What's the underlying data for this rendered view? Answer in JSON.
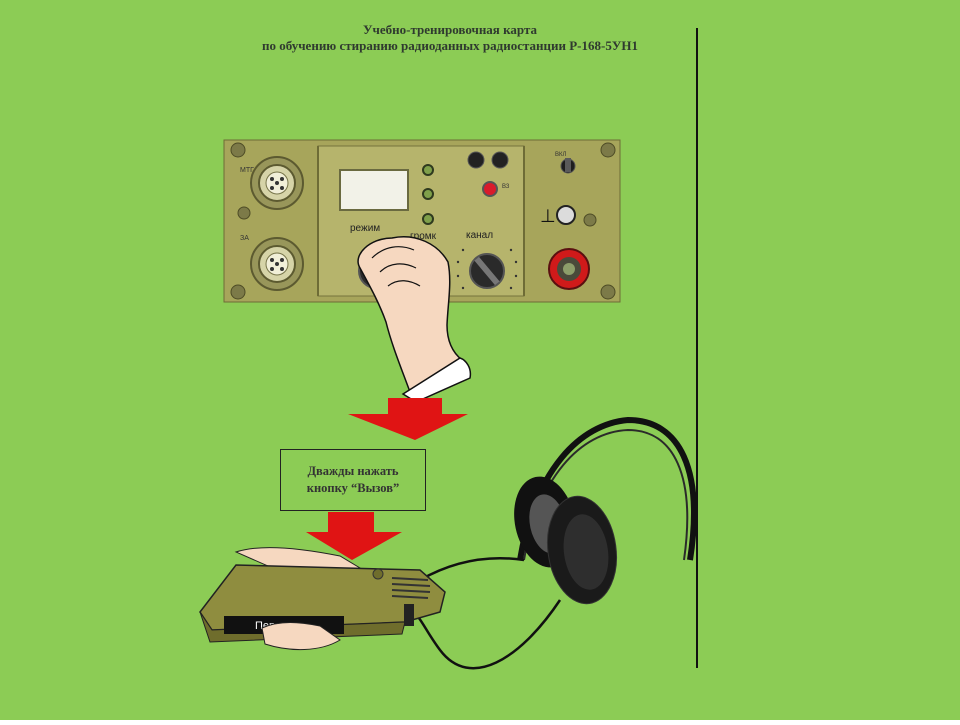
{
  "title": {
    "line1": "Учебно-тренировочная карта",
    "line2": "по обучению стиранию радиоданных радиостанции Р-168-5УН1"
  },
  "callout": {
    "line1": "Дважды нажать",
    "line2": "кнопку “Вызов”"
  },
  "panel_labels": {
    "connector_top": "МТГ",
    "connector_bottom": "ЗА",
    "mode_knob": "режим",
    "volume_knob": "громк",
    "channel_knob": "канал",
    "switch_label": "ВКЛ",
    "ground_symbol": "⊥",
    "button_label": "ВЗ"
  },
  "remote_label": "Пере",
  "colors": {
    "background": "#8ccc55",
    "panel": "#a8a65c",
    "arrow": "#e01414",
    "device": "#8f8d3f"
  },
  "icons": [
    "down-arrow-icon",
    "headphones-icon",
    "hand-icon",
    "knob-icon",
    "connector-icon"
  ]
}
